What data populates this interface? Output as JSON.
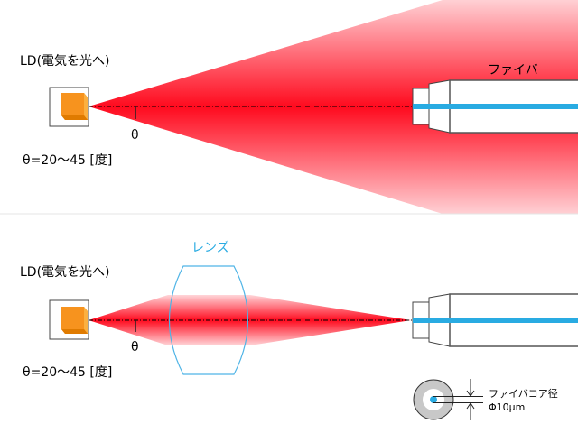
{
  "top": {
    "ld_label": "LD(電気を光へ)",
    "theta_symbol": "θ",
    "angle_range": "θ=20〜45 [度]",
    "fiber_label": "ファイバ"
  },
  "bottom": {
    "ld_label": "LD(電気を光へ)",
    "theta_symbol": "θ",
    "angle_range": "θ=20〜45 [度]",
    "lens_label": "レンズ",
    "core_label": "ファイバコア径",
    "core_diameter": "Φ10μm"
  },
  "colors": {
    "beam": "#ff0a1e",
    "core": "#29abe2",
    "ld": "#f7931e",
    "lens": "#4fb4e6"
  }
}
